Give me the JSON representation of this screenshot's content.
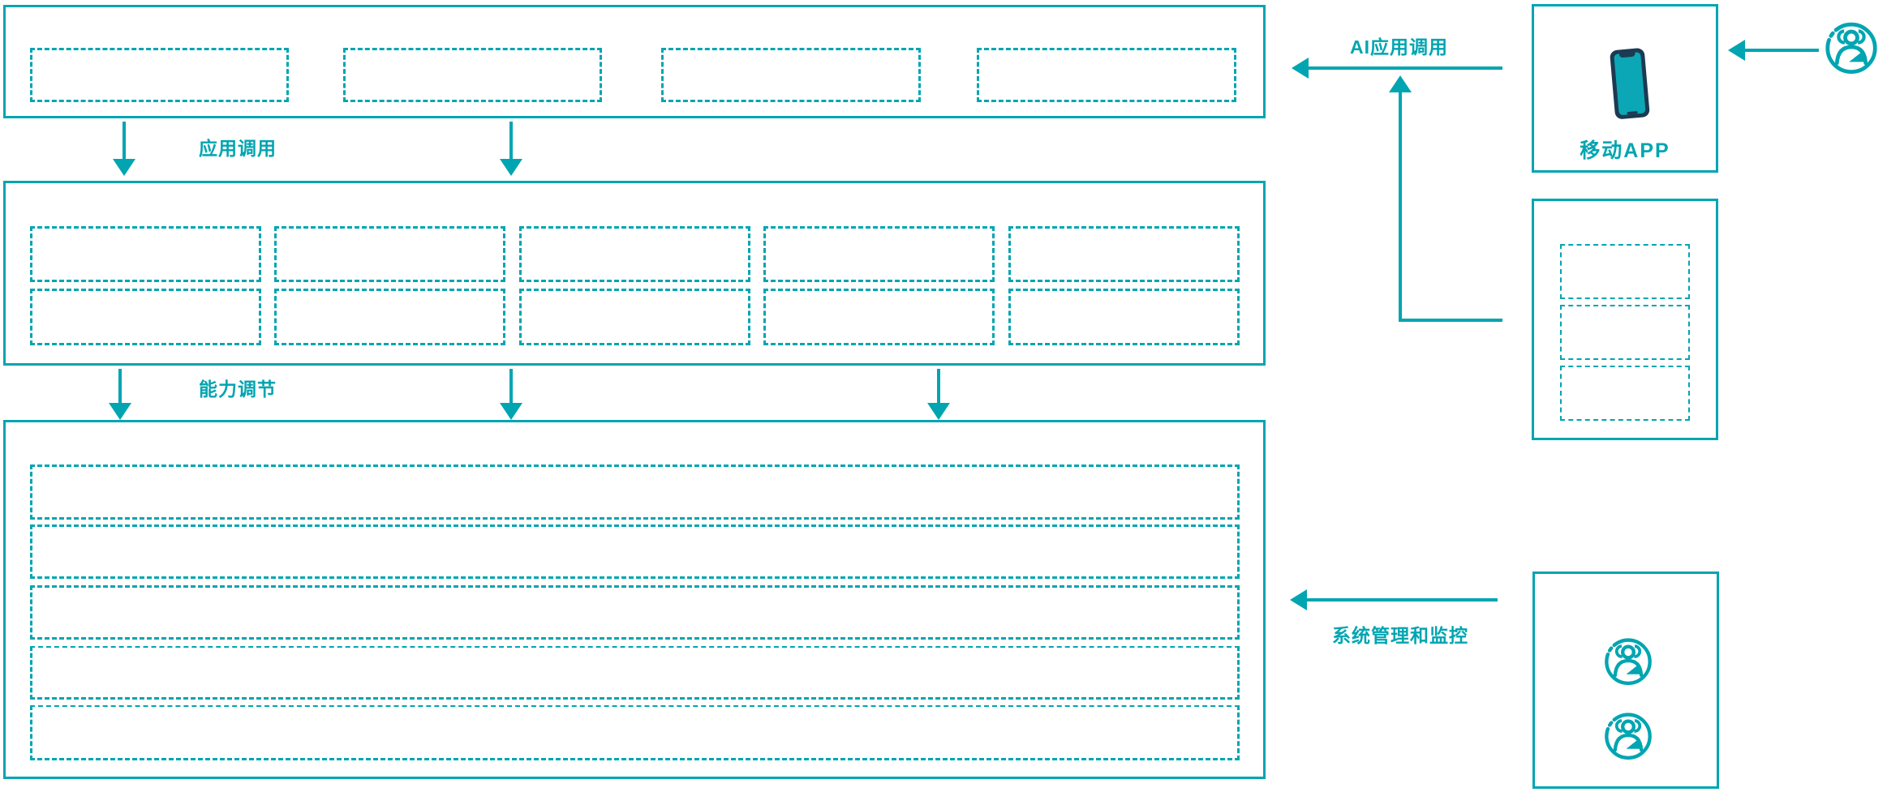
{
  "diagram": {
    "type": "architecture-diagram",
    "background": "#ffffff",
    "colors": {
      "accent_teal": "#00A5B1",
      "phone_screen": "#0BA7B6",
      "phone_frame": "#1C3A52"
    },
    "bands": {
      "top_band": {
        "placeholder_boxes": 4
      },
      "middle_band": {
        "placeholder_rows": 2,
        "placeholder_cols": 5
      },
      "bottom_band": {
        "placeholder_rows": 5
      }
    },
    "right_column": {
      "mobile_app_box": {
        "label": "移动APP",
        "icon": "smartphone-icon"
      },
      "middle_box": {
        "placeholder_boxes": 3
      },
      "monitor_box": {
        "icons": [
          "users-group-icon",
          "users-group-icon"
        ]
      },
      "external_user_icon": "users-group-icon"
    },
    "connectors": {
      "app_call": {
        "label": "应用调用",
        "direction": "down",
        "arrows": 2
      },
      "capability_adjust": {
        "label": "能力调节",
        "direction": "down",
        "arrows": 3
      },
      "ai_app_call": {
        "label": "AI应用调用",
        "direction": "left",
        "arrows": 1
      },
      "system_monitor": {
        "label": "系统管理和监控",
        "direction": "left",
        "arrows": 1
      },
      "mobile_to_ai": {
        "direction": "up-elbow",
        "arrows": 1
      },
      "user_to_mobile": {
        "direction": "left",
        "arrows": 1
      }
    }
  }
}
